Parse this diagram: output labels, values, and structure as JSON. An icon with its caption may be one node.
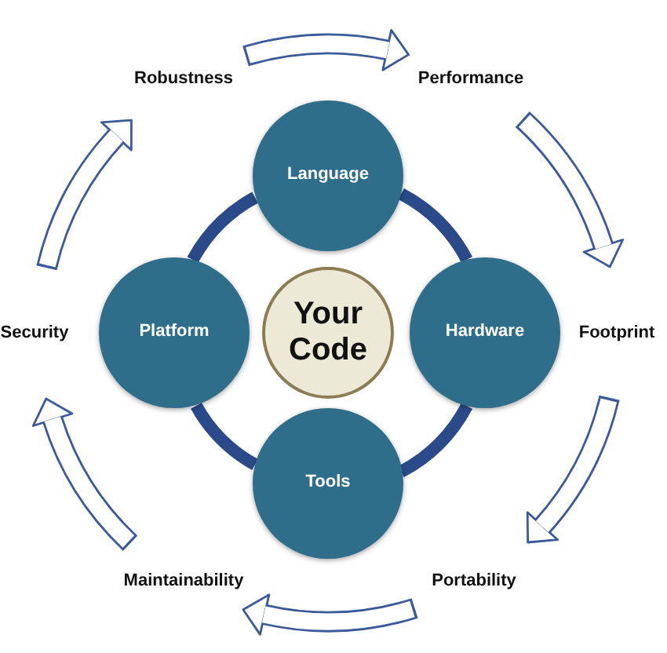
{
  "diagram": {
    "nodes": [
      {
        "text": [
          "Your Code"
        ]
      },
      {
        "text": [
          "Language"
        ]
      },
      {
        "text": [
          "Hardware"
        ]
      },
      {
        "text": [
          "Tools"
        ]
      },
      {
        "text": [
          "Platform"
        ]
      },
      {
        "text": [
          "Robustness"
        ]
      },
      {
        "text": [
          "Performance"
        ]
      },
      {
        "text": [
          "Footprint"
        ]
      },
      {
        "text": [
          "Portability"
        ]
      },
      {
        "text": [
          "Maintainability"
        ]
      },
      {
        "text": [
          "Security"
        ]
      }
    ],
    "edges": [
      {
        "from": 1,
        "to": 2,
        "arrow": "none",
        "color": "#2b4a8a"
      },
      {
        "from": 2,
        "to": 3,
        "arrow": "none",
        "color": "#2b4a8a"
      },
      {
        "from": 3,
        "to": 4,
        "arrow": "none",
        "color": "#2b4a8a"
      },
      {
        "from": 4,
        "to": 1,
        "arrow": "none",
        "color": "#2b4a8a"
      },
      {
        "from": 5,
        "to": 6,
        "arrow": "to"
      },
      {
        "from": 6,
        "to": 7,
        "arrow": "to"
      },
      {
        "from": 7,
        "to": 8,
        "arrow": "to"
      },
      {
        "from": 8,
        "to": 9,
        "arrow": "to"
      },
      {
        "from": 9,
        "to": 10,
        "arrow": "to"
      },
      {
        "from": 10,
        "to": 5,
        "arrow": "to"
      }
    ]
  }
}
